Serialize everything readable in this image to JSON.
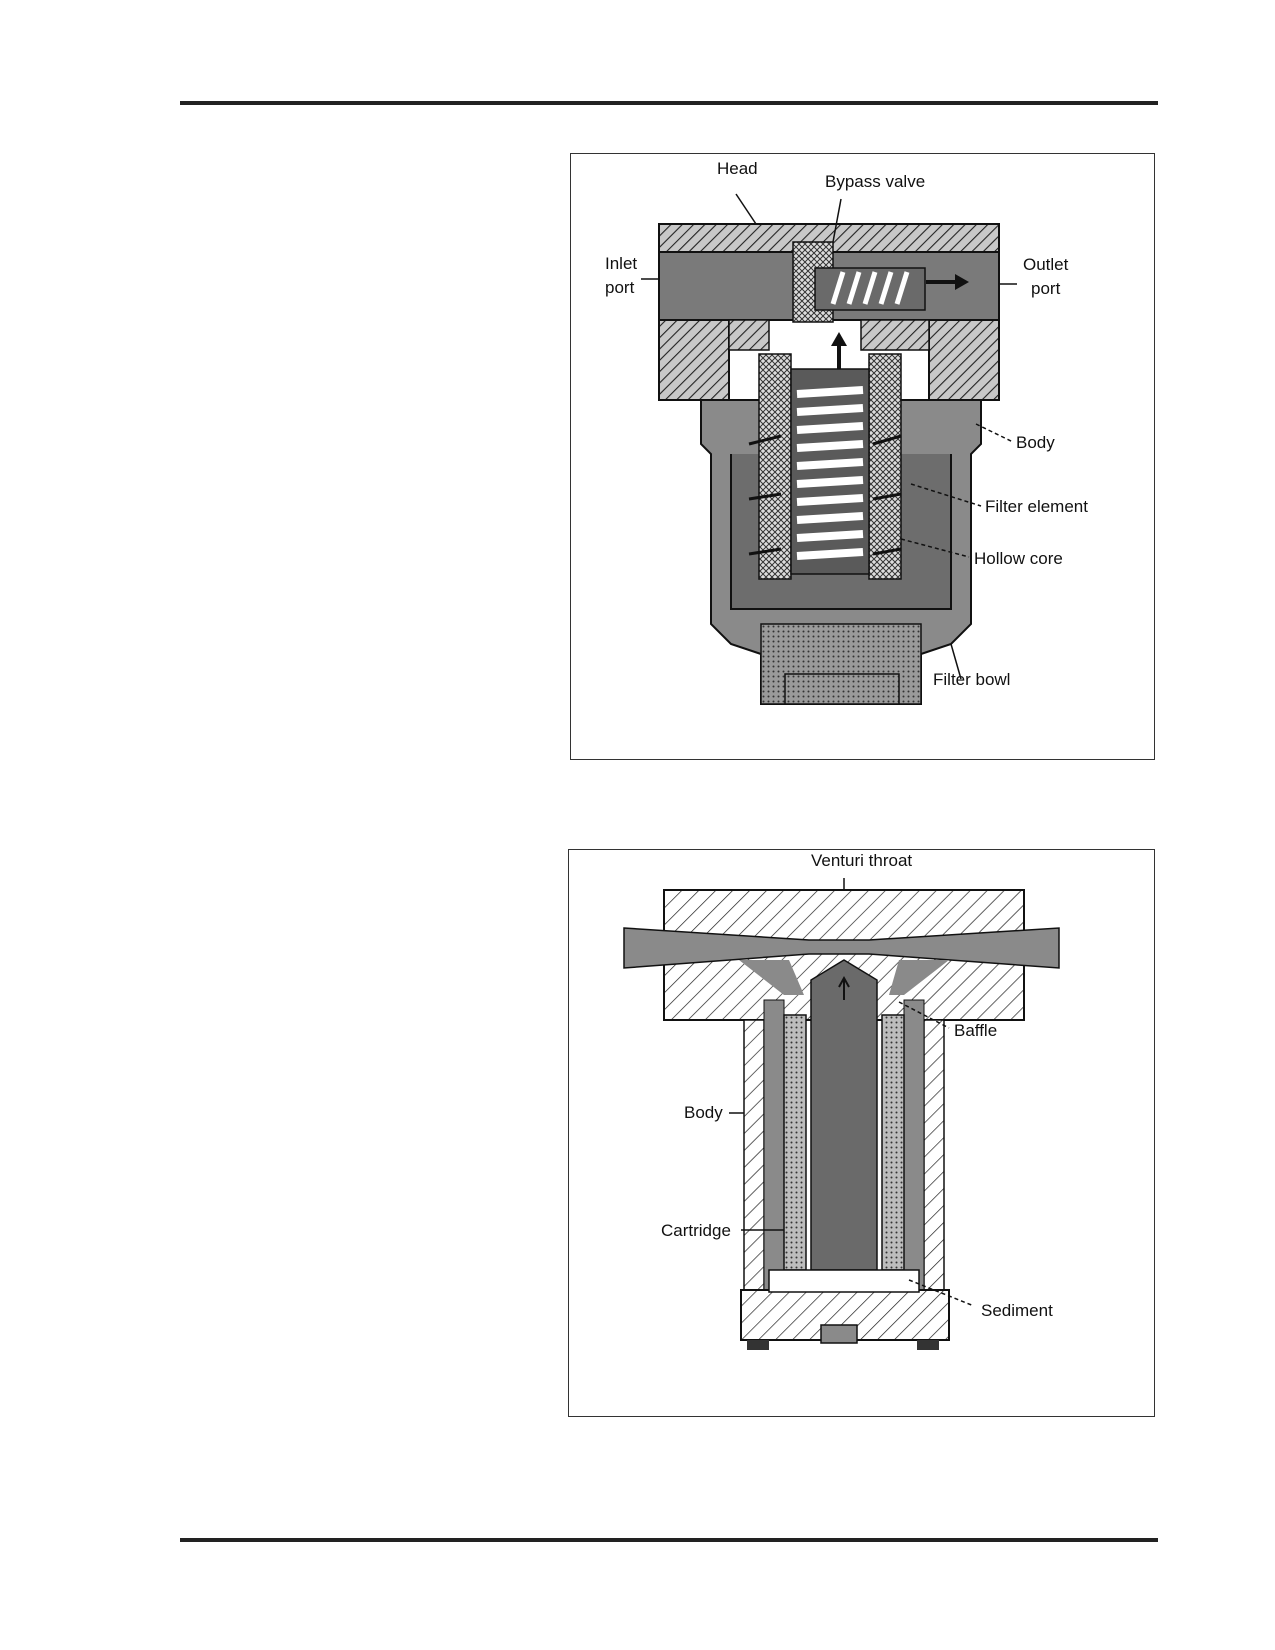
{
  "figure1": {
    "labels": {
      "head": "Head",
      "bypass_valve": "Bypass valve",
      "inlet_port_1": "Inlet",
      "inlet_port_2": "port",
      "outlet_port_1": "Outlet",
      "outlet_port_2": "port",
      "body": "Body",
      "filter_element": "Filter element",
      "hollow_core": "Hollow core",
      "filter_bowl": "Filter bowl"
    }
  },
  "figure2": {
    "labels": {
      "venturi_throat": "Venturi throat",
      "baffle": "Baffle",
      "body": "Body",
      "cartridge": "Cartridge",
      "sediment": "Sediment"
    }
  },
  "colors": {
    "fluid": "#7a7a7a",
    "fluid_dark": "#5a5a5a",
    "metal_light": "#b0b0b0",
    "outline": "#111111"
  }
}
